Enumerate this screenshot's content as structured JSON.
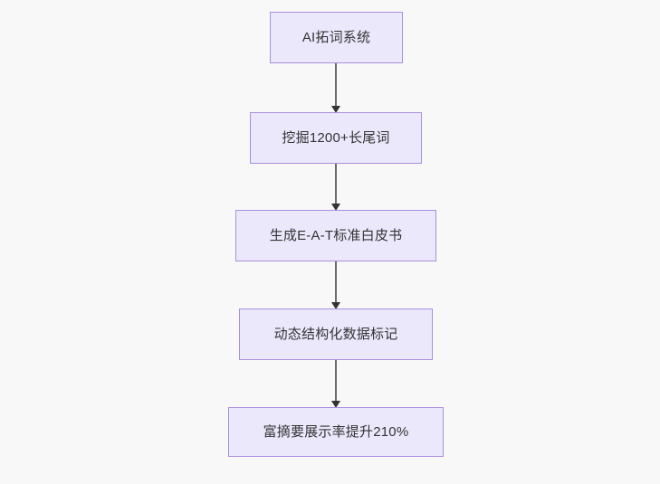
{
  "diagram": {
    "type": "flowchart",
    "orientation": "top-to-bottom",
    "background_color": "#f8f8f9",
    "node_fill_color": "#ebe8fc",
    "node_border_color": "#a98fe0",
    "node_text_color": "#333333",
    "edge_color": "#6b6b6b",
    "nodes": [
      {
        "id": "n0",
        "label": "AI拓词系统"
      },
      {
        "id": "n1",
        "label": "挖掘1200+长尾词"
      },
      {
        "id": "n2",
        "label": "生成E-A-T标准白皮书"
      },
      {
        "id": "n3",
        "label": "动态结构化数据标记"
      },
      {
        "id": "n4",
        "label": "富摘要展示率提升210%"
      }
    ],
    "edges": [
      {
        "from": "n0",
        "to": "n1",
        "arrow": "arrow-down-icon"
      },
      {
        "from": "n1",
        "to": "n2",
        "arrow": "arrow-down-icon"
      },
      {
        "from": "n2",
        "to": "n3",
        "arrow": "arrow-down-icon"
      },
      {
        "from": "n3",
        "to": "n4",
        "arrow": "arrow-down-icon"
      }
    ]
  }
}
